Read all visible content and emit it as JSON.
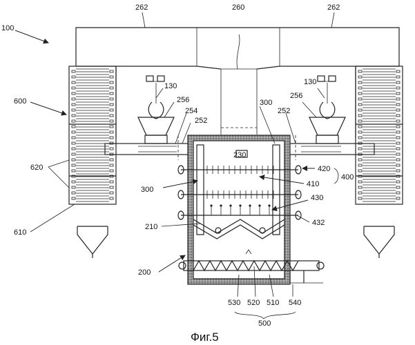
{
  "figure": {
    "labels": {
      "l100": "100",
      "l262a": "262",
      "l260": "260",
      "l262b": "262",
      "l600": "600",
      "l130a": "130",
      "l130b": "130",
      "l256a": "256",
      "l256b": "256",
      "l254": "254",
      "l252a": "252",
      "l252b": "252",
      "l300a": "300",
      "l300b": "300",
      "l230": "230",
      "l620": "620",
      "l420": "420",
      "l410": "410",
      "l400": "400",
      "l430": "430",
      "l610": "610",
      "l210": "210",
      "l432": "432",
      "l200": "200",
      "l530": "530",
      "l520": "520",
      "l510": "510",
      "l540": "540",
      "l500": "500"
    },
    "caption": "Фиг.5"
  }
}
